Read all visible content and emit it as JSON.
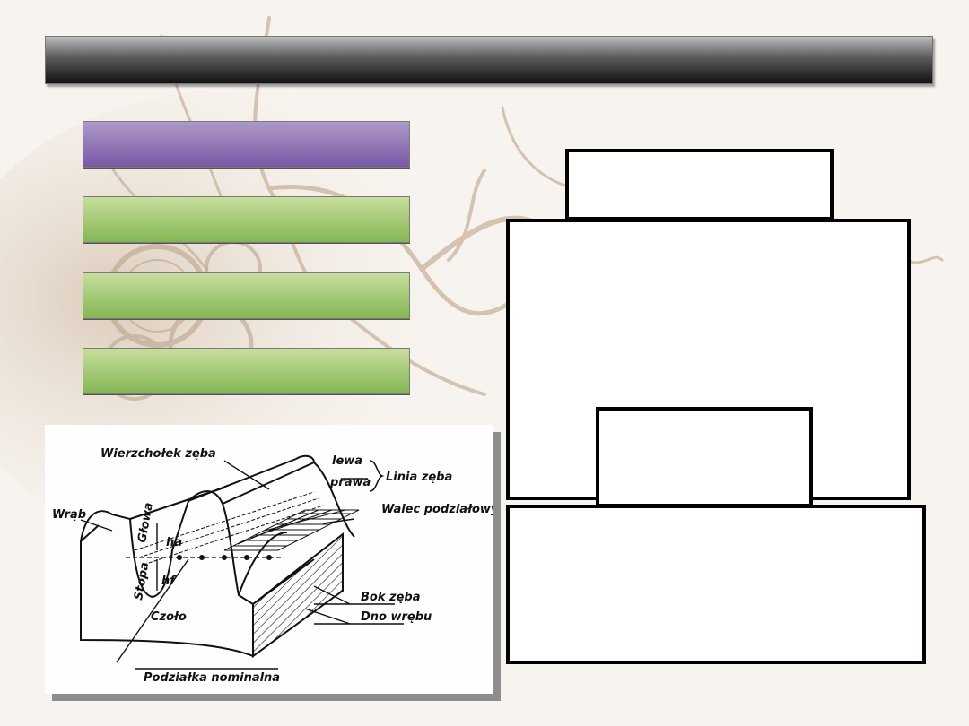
{
  "title": "",
  "left_buttons": [
    {
      "label": "",
      "color": "#8e74b8"
    },
    {
      "label": "",
      "color": "#a4c97a"
    },
    {
      "label": "",
      "color": "#a4c97a"
    },
    {
      "label": "",
      "color": "#a4c97a"
    }
  ],
  "right_boxes": {
    "top_small": "",
    "large": "",
    "inner_small": "",
    "bottom_wide": ""
  },
  "gear_diagram": {
    "labels": {
      "tooth_tip": "Wierzchołek zęba",
      "left": "lewa",
      "right": "prawa",
      "tooth_line": "Linia zęba",
      "groove": "Wrąb",
      "head": "Głowa",
      "ha": "ha",
      "foot": "Stopa",
      "hf": "hf",
      "pitch_cylinder": "Walec podziałowy",
      "face": "Czoło",
      "tooth_flank": "Bok zęba",
      "groove_bottom": "Dno wrębu",
      "nominal_pitch": "Podziałka nominalna"
    }
  },
  "colors": {
    "title_bar": "#3a3a3a",
    "purple": "#8e74b8",
    "green": "#a4c97a",
    "background": "#f6f2ec"
  }
}
